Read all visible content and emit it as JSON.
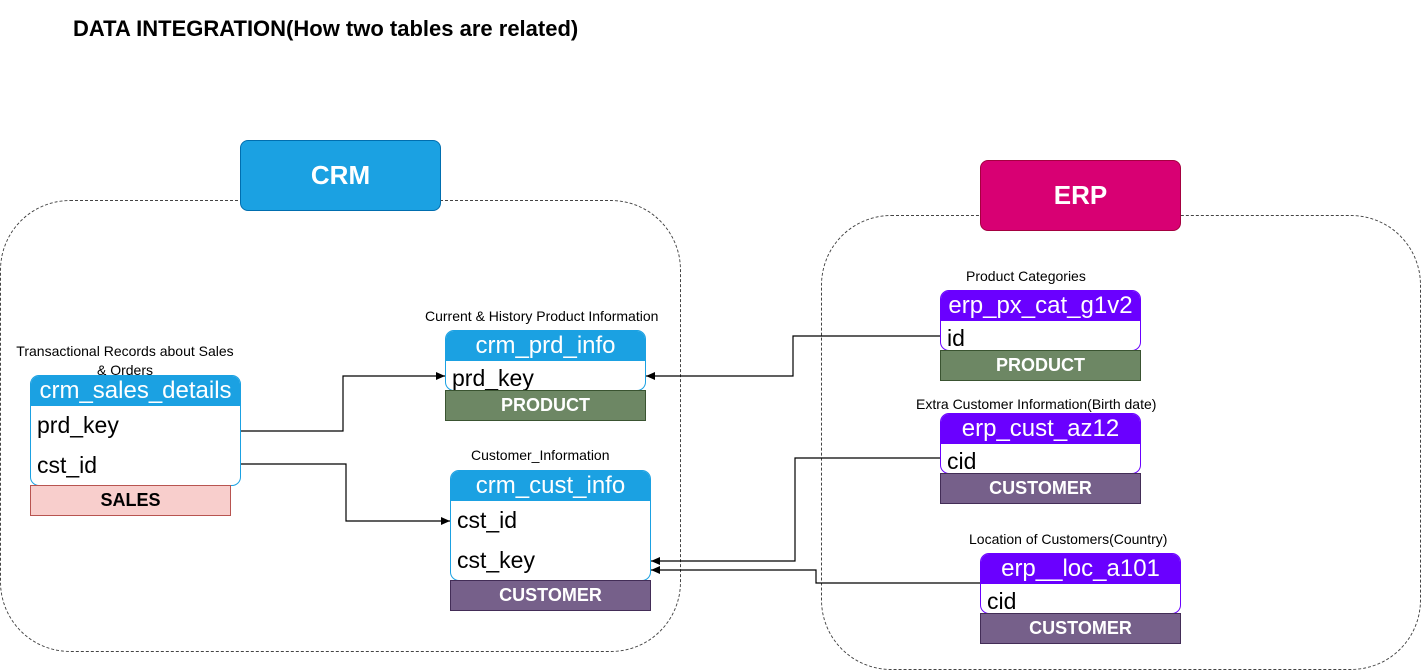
{
  "title": "DATA INTEGRATION(How two tables are related)",
  "colors": {
    "crm_blue": "#1ba1e2",
    "erp_magenta": "#d80073",
    "erp_purple": "#6a00ff",
    "product_green": "#6d8764",
    "customer_purple": "#76608a",
    "sales_pink": "#f8cecc"
  },
  "groups": {
    "crm": {
      "label": "CRM"
    },
    "erp": {
      "label": "ERP"
    }
  },
  "tables": {
    "crm_sales_details": {
      "caption": "Transactional Records about Sales & Orders",
      "name": "crm_sales_details",
      "fields": [
        "prd_key",
        "cst_id"
      ],
      "tag": "SALES"
    },
    "crm_prd_info": {
      "caption": "Current & History Product Information",
      "name": "crm_prd_info",
      "fields": [
        "prd_key"
      ],
      "tag": "PRODUCT"
    },
    "crm_cust_info": {
      "caption": "Customer_Information",
      "name": "crm_cust_info",
      "fields": [
        "cst_id",
        "cst_key"
      ],
      "tag": "CUSTOMER"
    },
    "erp_px_cat_g1v2": {
      "caption": "Product Categories",
      "name": "erp_px_cat_g1v2",
      "fields": [
        "id"
      ],
      "tag": "PRODUCT"
    },
    "erp_cust_az12": {
      "caption": "Extra Customer Information(Birth date)",
      "name": "erp_cust_az12",
      "fields": [
        "cid"
      ],
      "tag": "CUSTOMER"
    },
    "erp_loc_a101": {
      "caption": "Location of Customers(Country)",
      "name": "erp__loc_a101",
      "fields": [
        "cid"
      ],
      "tag": "CUSTOMER"
    }
  }
}
